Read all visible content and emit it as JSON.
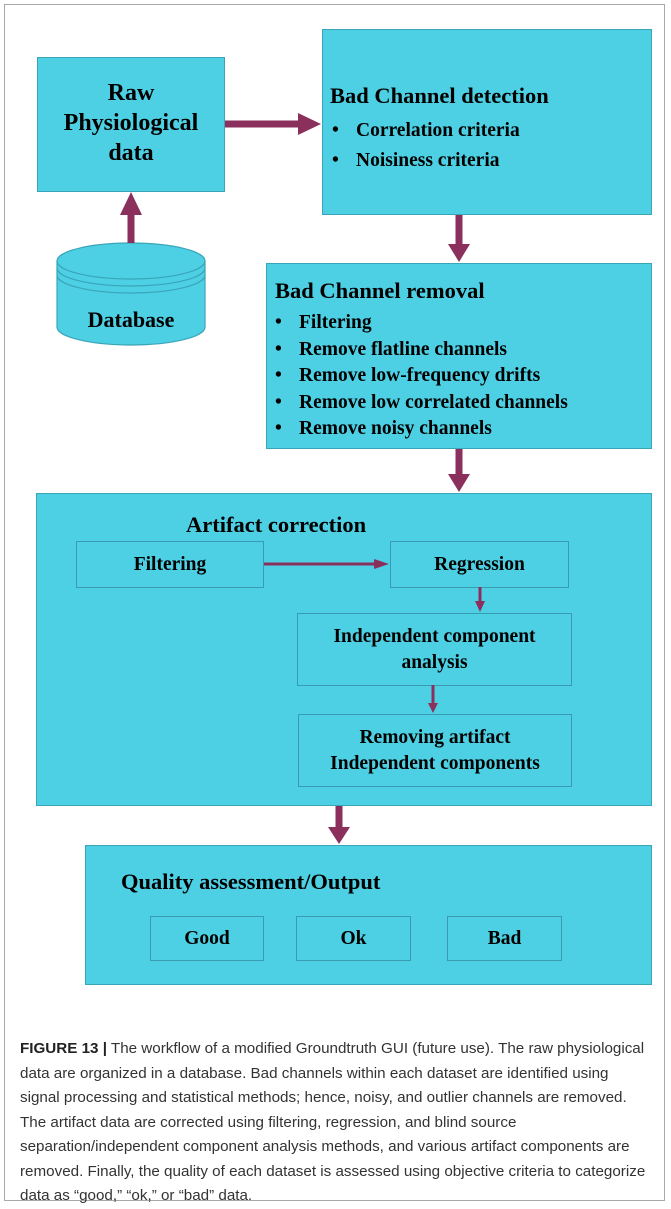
{
  "raw": {
    "lines": [
      "Raw",
      "Physiological",
      "data"
    ]
  },
  "database": {
    "label": "Database"
  },
  "detection": {
    "title": "Bad Channel detection",
    "items": [
      "Correlation criteria",
      "Noisiness criteria"
    ]
  },
  "removal": {
    "title": "Bad Channel removal",
    "items": [
      "Filtering",
      "Remove flatline channels",
      "Remove low-frequency drifts",
      "Remove low correlated channels",
      "Remove noisy channels"
    ]
  },
  "artifact": {
    "title": "Artifact correction",
    "filtering": "Filtering",
    "regression": "Regression",
    "ica": [
      "Independent component",
      "analysis"
    ],
    "removing": [
      "Removing artifact",
      "Independent components"
    ]
  },
  "quality": {
    "title": "Quality assessment/Output",
    "good": "Good",
    "ok": "Ok",
    "bad": "Bad"
  },
  "caption": {
    "label": "FIGURE 13 |",
    "text": " The workflow of a modified Groundtruth GUI (future use). The raw physiological data are organized in a database. Bad channels within each dataset are identified using signal processing and statistical methods; hence, noisy, and outlier channels are removed. The artifact data are corrected using filtering, regression, and blind source separation/independent component analysis methods, and various artifact components are removed. Finally, the quality of each dataset is assessed using objective criteria to categorize data as “good,” “ok,” or “bad” data."
  },
  "colors": {
    "box_fill": "#4dd0e4",
    "arrow": "#8b2f5d"
  }
}
